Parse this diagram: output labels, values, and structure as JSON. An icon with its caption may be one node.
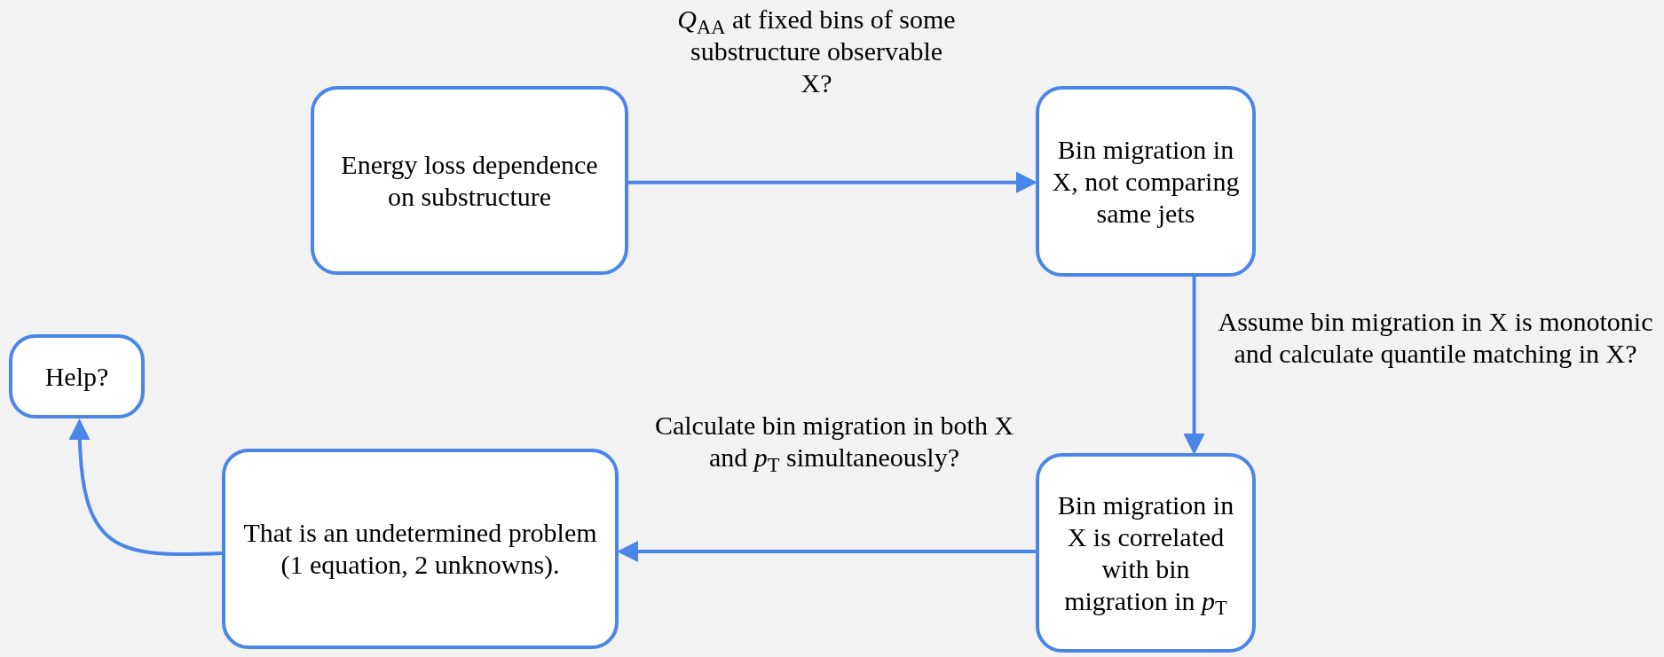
{
  "diagram": {
    "nodes": [
      {
        "text": [
          "Energy loss dependence on substructure"
        ]
      },
      {
        "text": [
          "Bin migration in X, not comparing same jets"
        ]
      },
      {
        "text": [
          "Bin migration in X is correlated with bin migration in *p*$_{T}$"
        ]
      },
      {
        "text": [
          "That is an undetermined problem (1 equation, 2 unknowns)."
        ]
      },
      {
        "text": [
          "Help?"
        ]
      }
    ],
    "edges": [
      {
        "from": 0,
        "to": 1,
        "arrow": "to",
        "label": "*Q*$_{AA}$ at fixed bins of some substructure observable X?"
      },
      {
        "from": 1,
        "to": 2,
        "arrow": "to",
        "label": "Assume bin migration in X is monotonic and calculate quantile matching in X?"
      },
      {
        "from": 2,
        "to": 3,
        "arrow": "to",
        "label": "Calculate bin migration in both X and *p*$_{T}$ simultaneously?"
      },
      {
        "from": 3,
        "to": 4,
        "arrow": "to"
      }
    ]
  }
}
